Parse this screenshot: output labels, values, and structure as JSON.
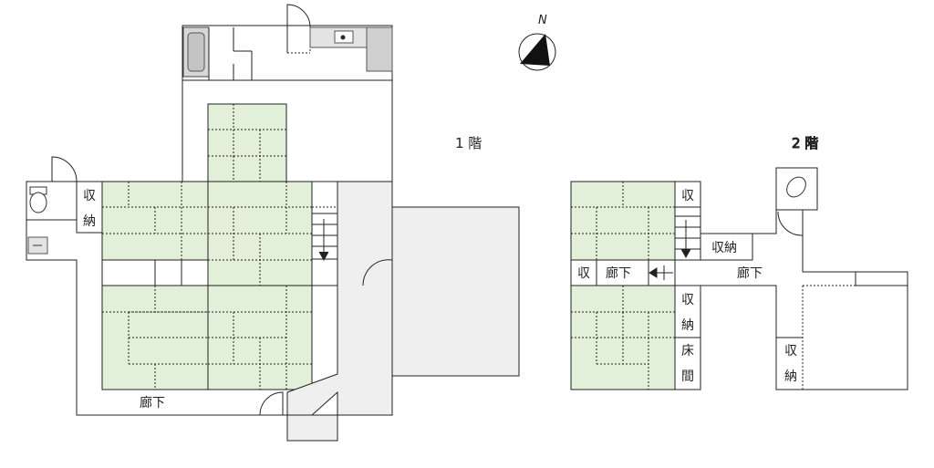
{
  "floors": {
    "first": "1 階",
    "second": "2 階"
  },
  "north_label": "N",
  "labels": {
    "storage_1f_top": "収",
    "storage_1f_bottom": "納",
    "corridor_1f": "廊下",
    "storage_2f_a_top": "収",
    "storage_2f_storage_b": "収納",
    "storage_2f_short": "収",
    "corridor_2f_left": "廊下",
    "corridor_2f_right": "廊下",
    "storage_2f_c_top": "収",
    "storage_2f_c_bottom": "納",
    "tokonoma_top": "床",
    "tokonoma_bottom": "間",
    "storage_2f_d_top": "収",
    "storage_2f_d_bottom": "納"
  },
  "colors": {
    "tatami": "#e2efd9",
    "wall": "#222222",
    "floor_gray": "#efefef",
    "fixture": "#cfcfcf"
  },
  "icons": {
    "toilet": "toilet-icon",
    "sink": "sink-icon",
    "bathtub": "bathtub-icon",
    "compass": "compass-icon"
  }
}
